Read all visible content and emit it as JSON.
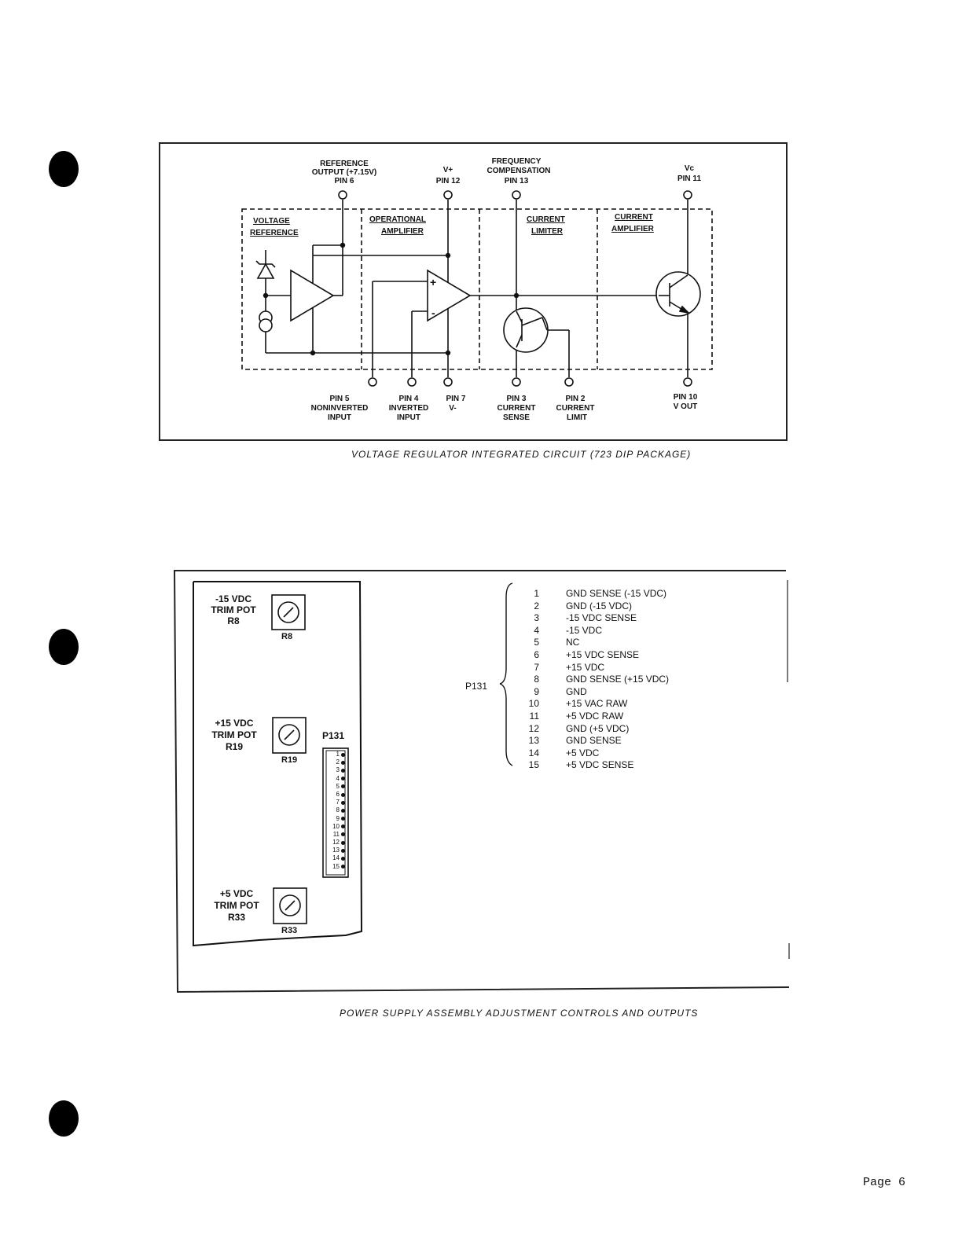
{
  "top_figure": {
    "caption": "VOLTAGE REGULATOR INTEGRATED CIRCUIT (723 DIP PACKAGE)",
    "blocks": {
      "voltage_reference": [
        "VOLTAGE",
        "REFERENCE"
      ],
      "operational_amplifier": [
        "OPERATIONAL",
        "AMPLIFIER"
      ],
      "current_limiter": [
        "CURRENT",
        "LIMITER"
      ],
      "current_amplifier": [
        "CURRENT",
        "AMPLIFIER"
      ]
    },
    "top_pins": {
      "ref_output": [
        "REFERENCE",
        "OUTPUT (+7.15V)",
        "PIN 6"
      ],
      "vplus": [
        "V+",
        "PIN 12"
      ],
      "freq_comp": [
        "FREQUENCY",
        "COMPENSATION",
        "PIN 13"
      ],
      "vc": [
        "Vc",
        "PIN 11"
      ]
    },
    "bottom_pins": {
      "pin5": [
        "PIN 5",
        "NONINVERTED",
        "INPUT"
      ],
      "pin4": [
        "PIN 4",
        "INVERTED",
        "INPUT"
      ],
      "pin7": [
        "PIN 7",
        "V-"
      ],
      "pin3": [
        "PIN 3",
        "CURRENT",
        "SENSE"
      ],
      "pin2": [
        "PIN 2",
        "CURRENT",
        "LIMIT"
      ],
      "pin10": [
        "PIN 10",
        "V OUT"
      ]
    },
    "opamp_plus": "+",
    "opamp_minus": "-"
  },
  "bottom_figure": {
    "caption": "POWER SUPPLY ASSEMBLY ADJUSTMENT CONTROLS AND OUTPUTS",
    "pots": {
      "r8": [
        "-15 VDC",
        "TRIM POT",
        "R8"
      ],
      "r8_tag": "R8",
      "r19": [
        "+15 VDC",
        "TRIM POT",
        "R19"
      ],
      "r19_tag": "R19",
      "r33": [
        "+5 VDC",
        "TRIM POT",
        "R33"
      ],
      "r33_tag": "R33"
    },
    "connector_label": "P131",
    "connector_pins": [
      "1",
      "2",
      "3",
      "4",
      "5",
      "6",
      "7",
      "8",
      "9",
      "10",
      "11",
      "12",
      "13",
      "14",
      "15"
    ],
    "pinout_label": "P131",
    "pinout": [
      {
        "num": "1",
        "desc": "GND SENSE (-15 VDC)"
      },
      {
        "num": "2",
        "desc": "GND (-15 VDC)"
      },
      {
        "num": "3",
        "desc": "-15 VDC SENSE"
      },
      {
        "num": "4",
        "desc": "-15 VDC"
      },
      {
        "num": "5",
        "desc": "NC"
      },
      {
        "num": "6",
        "desc": "+15 VDC SENSE"
      },
      {
        "num": "7",
        "desc": "+15 VDC"
      },
      {
        "num": "8",
        "desc": "GND SENSE (+15 VDC)"
      },
      {
        "num": "9",
        "desc": "GND"
      },
      {
        "num": "10",
        "desc": "+15 VAC RAW"
      },
      {
        "num": "11",
        "desc": "+5 VDC RAW"
      },
      {
        "num": "12",
        "desc": "GND (+5 VDC)"
      },
      {
        "num": "13",
        "desc": "GND SENSE"
      },
      {
        "num": "14",
        "desc": "+5 VDC"
      },
      {
        "num": "15",
        "desc": "+5 VDC SENSE"
      }
    ]
  },
  "page_number": "Page 6"
}
